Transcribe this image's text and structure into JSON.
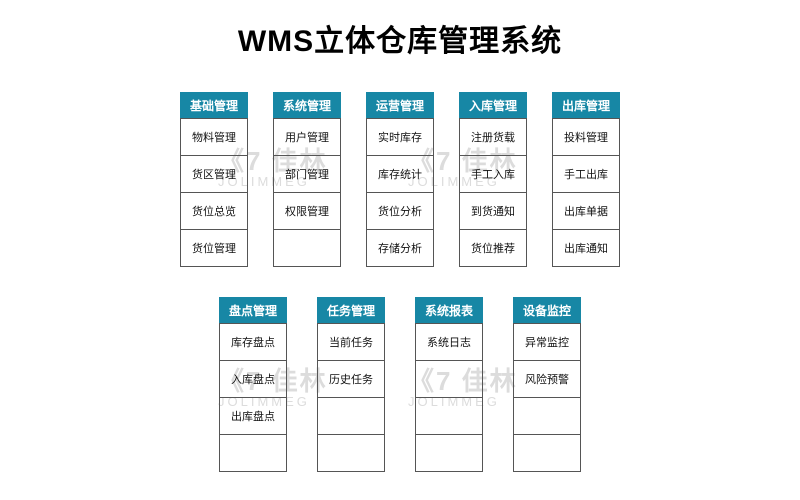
{
  "title": "WMS立体仓库管理系统",
  "theme": {
    "header_bg": "#1787a5",
    "header_text": "#ffffff",
    "cell_border": "#555555",
    "watermark_color": "#d6d6d6"
  },
  "rows": [
    {
      "columns": [
        {
          "header": "基础管理",
          "items": [
            "物料管理",
            "货区管理",
            "货位总览",
            "货位管理"
          ]
        },
        {
          "header": "系统管理",
          "items": [
            "用户管理",
            "部门管理",
            "权限管理",
            ""
          ]
        },
        {
          "header": "运营管理",
          "items": [
            "实时库存",
            "库存统计",
            "货位分析",
            "存储分析"
          ]
        },
        {
          "header": "入库管理",
          "items": [
            "注册货载",
            "手工入库",
            "到货通知",
            "货位推荐"
          ]
        },
        {
          "header": "出库管理",
          "items": [
            "投料管理",
            "手工出库",
            "出库单据",
            "出库通知"
          ]
        }
      ]
    },
    {
      "columns": [
        {
          "header": "盘点管理",
          "items": [
            "库存盘点",
            "入库盘点",
            "出库盘点",
            ""
          ]
        },
        {
          "header": "任务管理",
          "items": [
            "当前任务",
            "历史任务",
            "",
            ""
          ]
        },
        {
          "header": "系统报表",
          "items": [
            "系统日志",
            "",
            "",
            ""
          ]
        },
        {
          "header": "设备监控",
          "items": [
            "异常监控",
            "风险预警",
            "",
            ""
          ]
        }
      ]
    }
  ],
  "watermark": {
    "line1": "《7 佳林",
    "line2": "JOLIMMEG"
  }
}
